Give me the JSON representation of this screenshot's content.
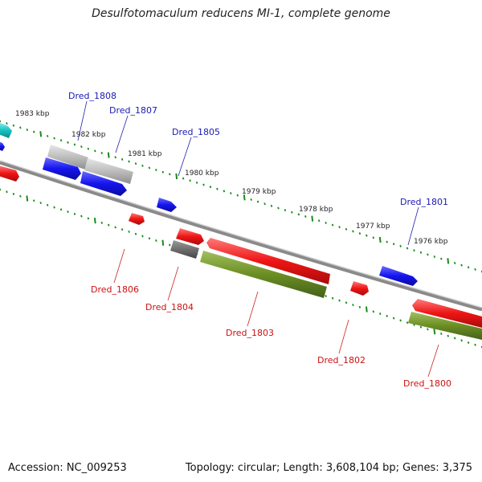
{
  "title": "Desulfotomaculum reducens MI-1, complete genome",
  "footer": {
    "accession": "Accession: NC_009253",
    "summary": "Topology: circular; Length: 3,608,104 bp; Genes: 3,375"
  },
  "colors": {
    "backbone": "#8a8a8a",
    "tick": "#1a8a1a",
    "forward_gene": "#1515ee",
    "reverse_gene": "#ee1515",
    "rna_or_pseudo": "#19c4c4",
    "gray_feature": "#bdbdbd",
    "dark_gray_feature": "#6e6e6e",
    "olive_feature": "#6b8e23",
    "forward_label": "#1a1ab0",
    "reverse_label": "#cc1111"
  },
  "kbp_labels": [
    "1983 kbp",
    "1982 kbp",
    "1981 kbp",
    "1980 kbp",
    "1979 kbp",
    "1978 kbp",
    "1977 kbp",
    "1976 kbp"
  ],
  "forward_labels": [
    "Dred_1808",
    "Dred_1807",
    "Dred_1805",
    "Dred_1801"
  ],
  "reverse_labels": [
    "Dred_1806",
    "Dred_1804",
    "Dred_1803",
    "Dred_1802",
    "Dred_1800"
  ]
}
